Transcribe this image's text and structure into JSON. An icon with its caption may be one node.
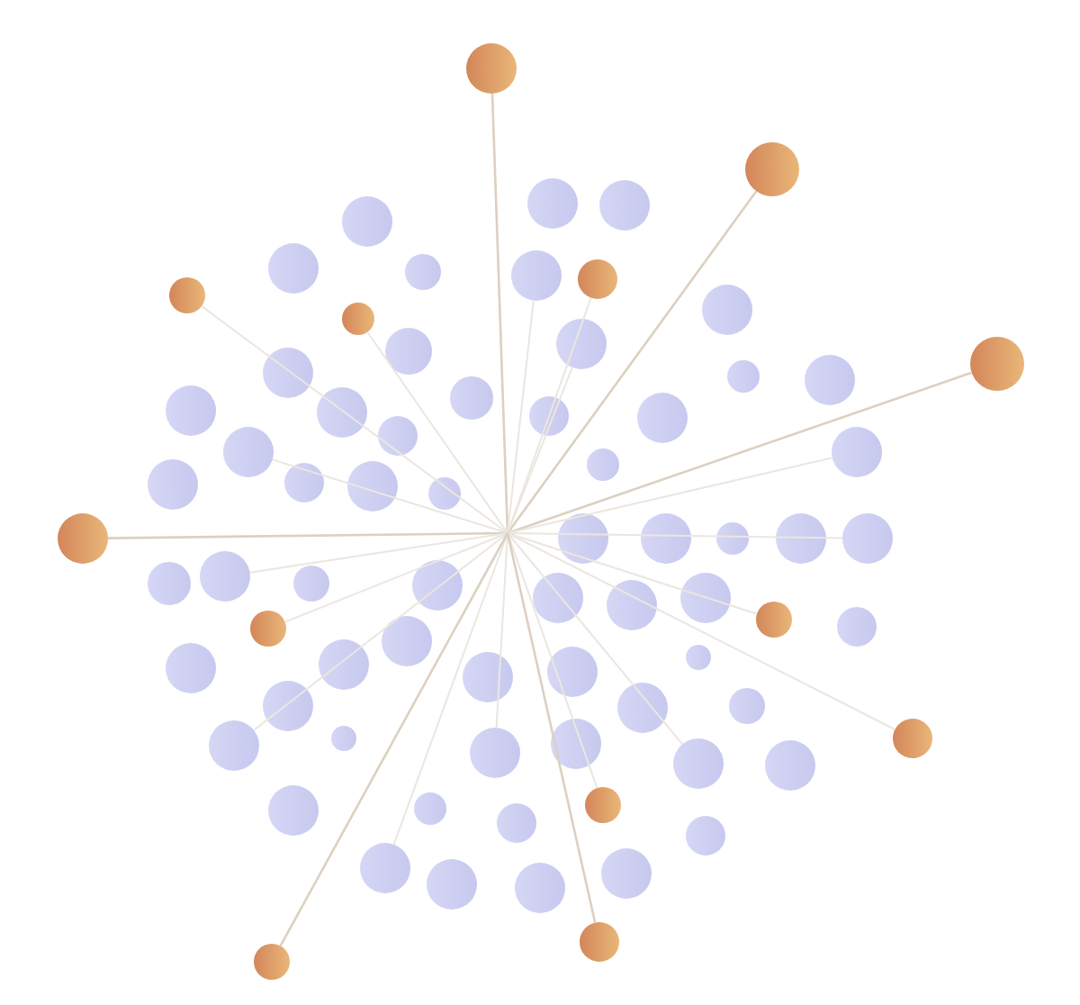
{
  "diagram": {
    "nodes": [
      {
        "text": [],
        "shape": "circle"
      },
      {
        "text": [],
        "shape": "circle"
      },
      {
        "text": [],
        "shape": "circle"
      },
      {
        "text": [],
        "shape": "circle"
      },
      {
        "text": [],
        "shape": "circle"
      },
      {
        "text": [],
        "shape": "circle"
      },
      {
        "text": [],
        "shape": "circle"
      },
      {
        "text": [],
        "shape": "circle"
      },
      {
        "text": [],
        "shape": "circle"
      },
      {
        "text": [],
        "shape": "circle"
      },
      {
        "text": [],
        "shape": "circle"
      },
      {
        "text": [],
        "shape": "circle"
      },
      {
        "text": [],
        "shape": "circle"
      },
      {
        "text": [],
        "shape": "circle"
      },
      {
        "text": [],
        "shape": "circle"
      },
      {
        "text": [],
        "shape": "circle"
      },
      {
        "text": [],
        "shape": "circle"
      },
      {
        "text": [],
        "shape": "circle"
      },
      {
        "text": [],
        "shape": "circle"
      },
      {
        "text": [],
        "shape": "circle"
      },
      {
        "text": [],
        "shape": "circle"
      },
      {
        "text": [],
        "shape": "circle"
      },
      {
        "text": [],
        "shape": "circle"
      },
      {
        "text": [],
        "shape": "circle"
      },
      {
        "text": [],
        "shape": "circle"
      },
      {
        "text": [],
        "shape": "circle"
      },
      {
        "text": [],
        "shape": "circle"
      },
      {
        "text": [],
        "shape": "circle"
      },
      {
        "text": [],
        "shape": "circle"
      },
      {
        "text": [],
        "shape": "circle"
      },
      {
        "text": [],
        "shape": "circle"
      },
      {
        "text": [],
        "shape": "circle"
      },
      {
        "text": [],
        "shape": "circle"
      },
      {
        "text": [],
        "shape": "circle"
      },
      {
        "text": [],
        "shape": "circle"
      },
      {
        "text": [],
        "shape": "circle"
      },
      {
        "text": [],
        "shape": "circle"
      },
      {
        "text": [],
        "shape": "circle"
      },
      {
        "text": [],
        "shape": "circle"
      },
      {
        "text": [],
        "shape": "circle"
      },
      {
        "text": [],
        "shape": "circle"
      },
      {
        "text": [],
        "shape": "circle"
      },
      {
        "text": [],
        "shape": "circle"
      },
      {
        "text": [],
        "shape": "circle"
      },
      {
        "text": [],
        "shape": "circle"
      },
      {
        "text": [],
        "shape": "circle"
      },
      {
        "text": [],
        "shape": "circle"
      },
      {
        "text": [],
        "shape": "circle"
      },
      {
        "text": [],
        "shape": "circle"
      },
      {
        "text": [],
        "shape": "circle"
      },
      {
        "text": [],
        "shape": "circle"
      },
      {
        "text": [],
        "shape": "circle"
      },
      {
        "text": [],
        "shape": "circle"
      },
      {
        "text": [],
        "shape": "circle"
      },
      {
        "text": [],
        "shape": "circle"
      },
      {
        "text": [],
        "shape": "circle"
      },
      {
        "text": [],
        "shape": "circle"
      },
      {
        "text": [],
        "shape": "circle"
      },
      {
        "text": [],
        "shape": "circle"
      },
      {
        "text": [],
        "shape": "circle"
      },
      {
        "text": [],
        "shape": "circle"
      },
      {
        "text": [],
        "shape": "circle"
      },
      {
        "text": [],
        "shape": "circle"
      },
      {
        "text": [],
        "shape": "circle"
      },
      {
        "text": [],
        "shape": "circle"
      },
      {
        "text": [],
        "shape": "circle"
      },
      {
        "text": [],
        "shape": "circle"
      },
      {
        "text": [],
        "shape": "circle"
      },
      {
        "text": [],
        "shape": "circle"
      },
      {
        "text": [],
        "shape": "circle"
      },
      {
        "text": [],
        "shape": "circle"
      },
      {
        "text": [],
        "shape": "circle"
      },
      {
        "text": [],
        "shape": "circle"
      },
      {
        "text": [],
        "shape": "circle"
      }
    ],
    "edges": [
      {
        "from": null,
        "to": 0,
        "arrow": "none",
        "color": "#dcd0c0"
      },
      {
        "from": null,
        "to": 1,
        "arrow": "none",
        "color": "#dcd0c0"
      },
      {
        "from": null,
        "to": 7,
        "arrow": "none"
      },
      {
        "from": null,
        "to": 8,
        "arrow": "none"
      },
      {
        "from": null,
        "to": 9,
        "arrow": "none"
      },
      {
        "from": null,
        "to": 11,
        "arrow": "none"
      },
      {
        "from": null,
        "to": 12,
        "arrow": "none"
      },
      {
        "from": null,
        "to": 14,
        "arrow": "none",
        "color": "#dcd0c0"
      },
      {
        "from": null,
        "to": 24,
        "arrow": "none"
      },
      {
        "from": null,
        "to": 25,
        "arrow": "none"
      },
      {
        "from": null,
        "to": 31,
        "arrow": "none",
        "color": "#dcd0c0"
      },
      {
        "from": null,
        "to": 36,
        "arrow": "none"
      },
      {
        "from": null,
        "to": 37,
        "arrow": "none"
      },
      {
        "from": null,
        "to": 44,
        "arrow": "none"
      },
      {
        "from": null,
        "to": 46,
        "arrow": "none"
      },
      {
        "from": null,
        "to": 57,
        "arrow": "none"
      },
      {
        "from": null,
        "to": 59,
        "arrow": "none"
      },
      {
        "from": null,
        "to": 60,
        "arrow": "none"
      },
      {
        "from": null,
        "to": 61,
        "arrow": "none"
      },
      {
        "from": null,
        "to": 63,
        "arrow": "none"
      },
      {
        "from": null,
        "to": 68,
        "arrow": "none"
      },
      {
        "from": null,
        "to": 72,
        "arrow": "none",
        "color": "#dcd0c0"
      },
      {
        "from": null,
        "to": 73,
        "arrow": "none",
        "color": "#dcd0c0"
      }
    ]
  }
}
